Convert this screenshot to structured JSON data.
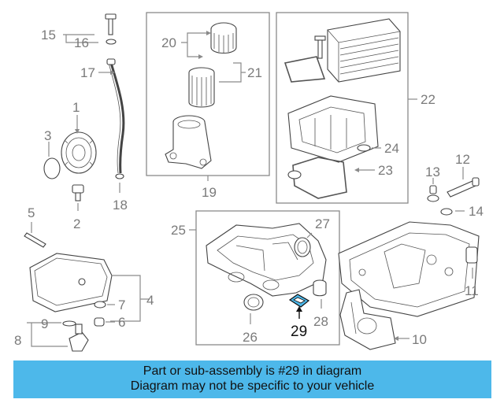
{
  "callouts": {
    "c1": "1",
    "c2": "2",
    "c3": "3",
    "c4": "4",
    "c5": "5",
    "c6": "6",
    "c7": "7",
    "c8": "8",
    "c9": "9",
    "c10": "10",
    "c11": "11",
    "c12": "12",
    "c13": "13",
    "c14": "14",
    "c15": "15",
    "c16": "16",
    "c17": "17",
    "c18": "18",
    "c19": "19",
    "c20": "20",
    "c21": "21",
    "c22": "22",
    "c23": "23",
    "c24": "24",
    "c25": "25",
    "c26": "26",
    "c27": "27",
    "c28": "28",
    "c29": "29"
  },
  "highlighted_part": "29",
  "colors": {
    "banner": "#4db8ea",
    "highlight": "#4db8ea",
    "callout": "#7a7a7a"
  },
  "banner": {
    "line1": "Part or sub-assembly is #29 in diagram",
    "line2": "Diagram may not be specific to your vehicle"
  }
}
